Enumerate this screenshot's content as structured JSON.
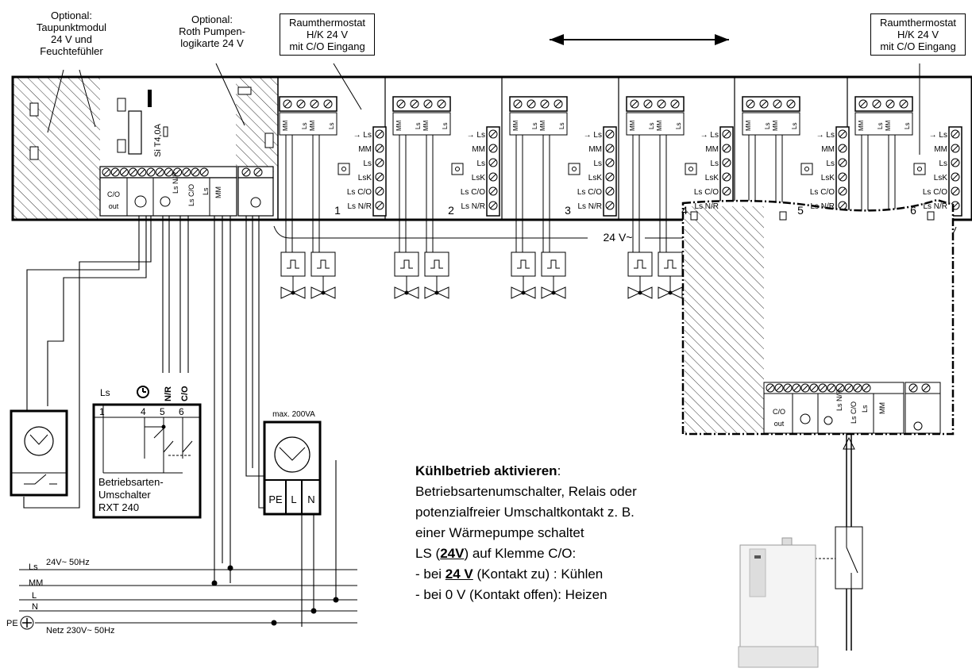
{
  "labels": {
    "taupunkt": [
      "Optional:",
      "Taupunktmodul",
      "24 V und",
      "Feuchtefühler"
    ],
    "pumpen": [
      "Optional:",
      "Roth Pumpen-",
      "logikarte 24 V"
    ],
    "thermo_left": [
      "Raumthermostat",
      "H/K 24 V",
      "mit C/O Eingang"
    ],
    "thermo_right": [
      "Raumthermostat",
      "H/K 24 V",
      "mit C/O Eingang"
    ],
    "fuse": "Si T4,0A",
    "v24": "24 V~",
    "max_va": "max. 200VA",
    "pump_terms": [
      "PE",
      "L",
      "N"
    ]
  },
  "base_terminals": {
    "co_out": [
      "C/O",
      "out"
    ],
    "ls_nr": "Ls N/R",
    "ls_co": "Ls C/O",
    "ls": "Ls",
    "mm": "MM"
  },
  "zone": {
    "mm": "MM",
    "ls": "Ls",
    "side_terms": [
      "Ls",
      "MM",
      "Ls",
      "LsK",
      "Ls C/O",
      "Ls N/R"
    ],
    "numbers": [
      "1",
      "2",
      "3",
      "4",
      "5",
      "6"
    ]
  },
  "switch_unit": {
    "top_labels": [
      "Ls",
      "N/R",
      "C/O"
    ],
    "term_nums": [
      "1",
      "4",
      "5",
      "6"
    ],
    "name": [
      "Betriebsarten-",
      "Umschalter",
      "RXT 240"
    ]
  },
  "supply": {
    "ls": "Ls",
    "ls_note": "24V~ 50Hz",
    "mm": "MM",
    "l": "L",
    "n": "N",
    "pe": "PE",
    "net": "Netz 230V~ 50Hz"
  },
  "cooling": {
    "title": "Kühlbetrieb aktivieren",
    "colon": ":",
    "line1": "Betriebsartenumschalter, Relais oder",
    "line2": "potenzialfreier Umschaltkontakt z. B.",
    "line3": "einer Wärmepumpe schaltet",
    "line4_pre": "LS (",
    "line4_bold": "24V",
    "line4_post": ") auf  Klemme C/O:",
    "line5_pre": "-  bei  ",
    "line5_bold": "24 V",
    "line5_post": " (Kontakt zu)  : Kühlen",
    "line6": "-  bei  0 V (Kontakt offen): Heizen"
  }
}
